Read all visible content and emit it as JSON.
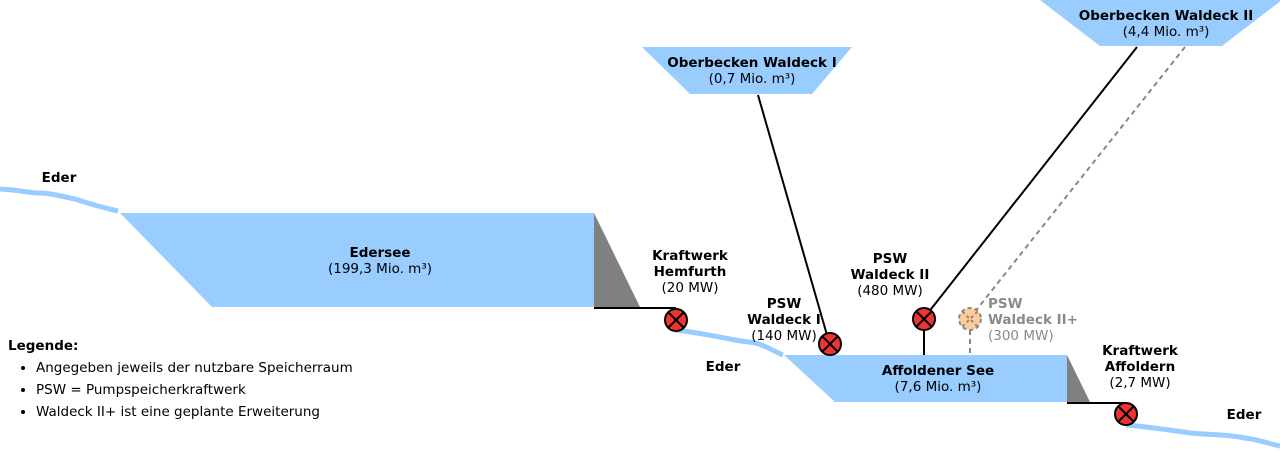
{
  "colors": {
    "water": "#99CCFF",
    "dam": "#808080",
    "turbine": "#EE3333",
    "planned": "#FFCC99",
    "line": "#000000",
    "planned_line": "#888888"
  },
  "rivers": {
    "upstream": "Eder",
    "middle": "Eder",
    "downstream": "Eder"
  },
  "reservoirs": {
    "edersee": {
      "name": "Edersee",
      "capacity": "(199,3 Mio. m³)"
    },
    "affoldener": {
      "name": "Affoldener See",
      "capacity": "(7,6 Mio. m³)"
    },
    "oberbecken1": {
      "name": "Oberbecken Waldeck I",
      "capacity": "(0,7 Mio. m³)"
    },
    "oberbecken2": {
      "name": "Oberbecken Waldeck II",
      "capacity": "(4,4 Mio. m³)"
    }
  },
  "plants": {
    "hemfurth": {
      "line1": "Kraftwerk",
      "line2": "Hemfurth",
      "power": "(20 MW)"
    },
    "waldeck1": {
      "line1": "PSW",
      "line2": "Waldeck I",
      "power": "(140 MW)"
    },
    "waldeck2": {
      "line1": "PSW",
      "line2": "Waldeck II",
      "power": "(480 MW)"
    },
    "waldeck2plus": {
      "line1": "PSW",
      "line2": "Waldeck II+",
      "power": "(300 MW)"
    },
    "affoldern": {
      "line1": "Kraftwerk",
      "line2": "Affoldern",
      "power": "(2,7 MW)"
    }
  },
  "legend": {
    "title": "Legende:",
    "items": [
      "Angegeben jeweils der nutzbare Speicherraum",
      "PSW = Pumpspeicherkraftwerk",
      "Waldeck II+ ist eine geplante Erweiterung"
    ]
  }
}
